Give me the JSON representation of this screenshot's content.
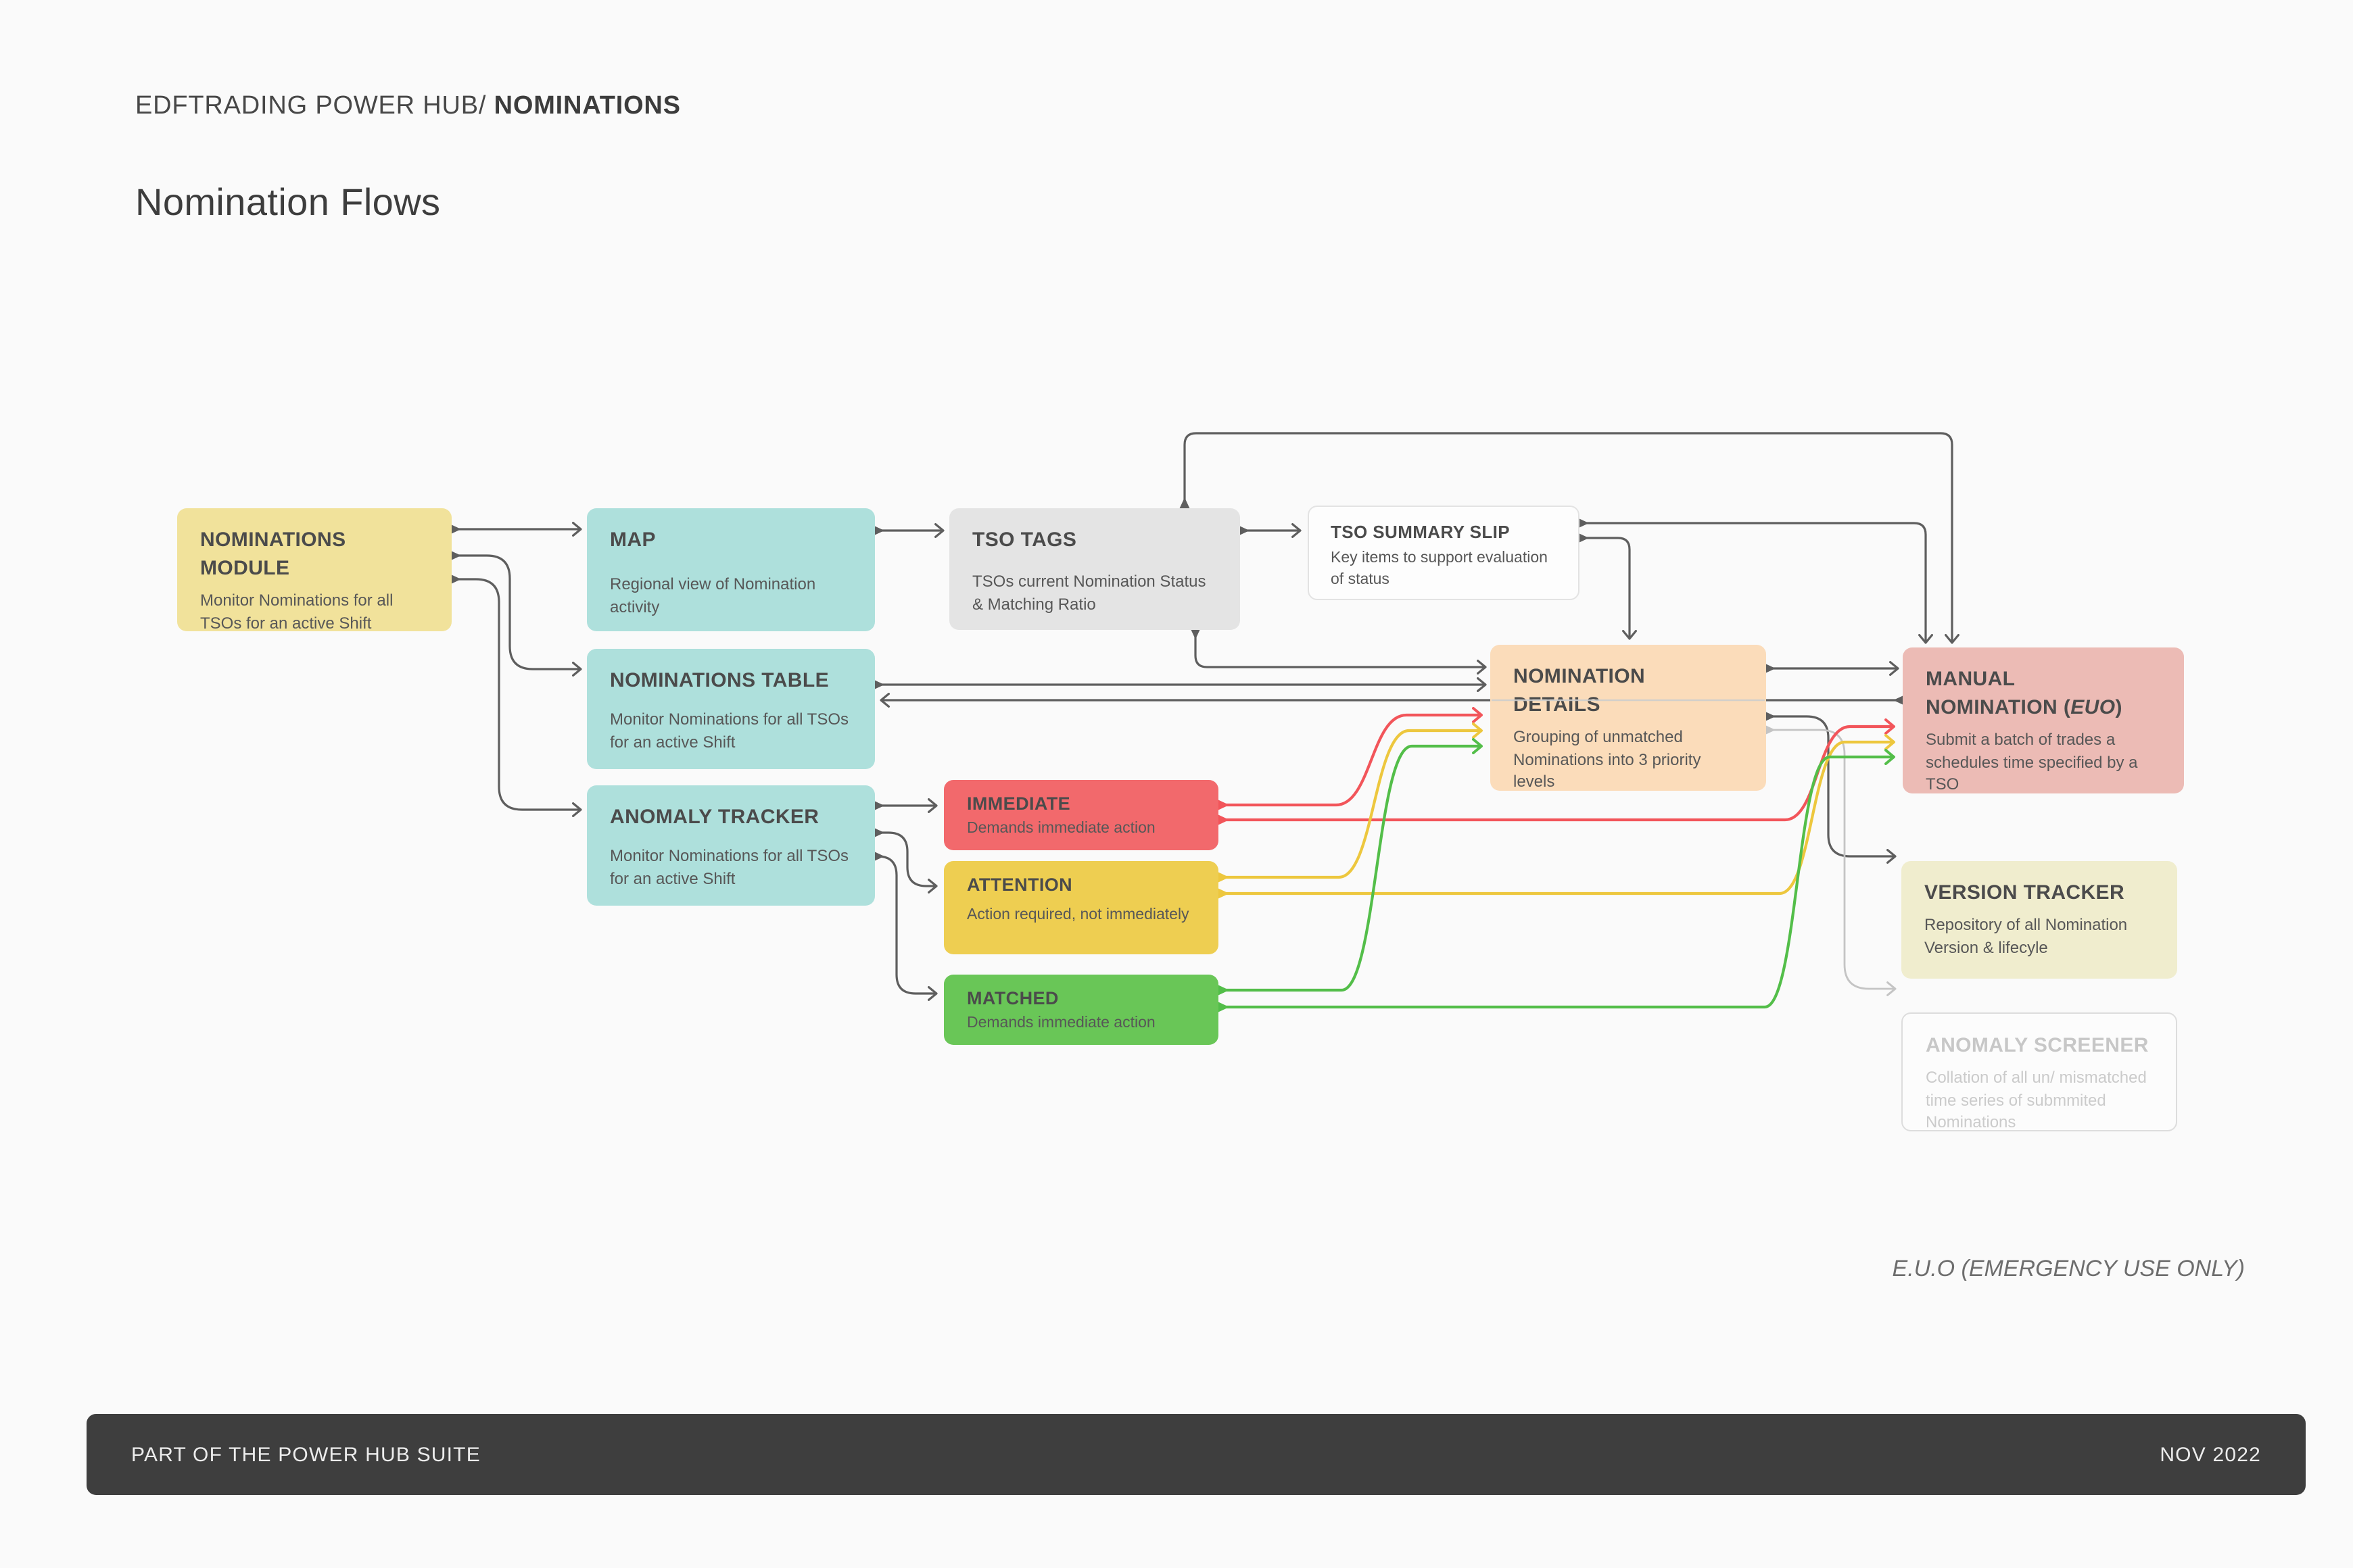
{
  "header": {
    "breadcrumb_prefix": "EDFTRADING POWER HUB/ ",
    "breadcrumb_section": "NOMINATIONS",
    "title": "Nomination Flows"
  },
  "nodes": {
    "module": {
      "title": "NOMINATIONS\nMODULE",
      "body": "Monitor Nominations for all TSOs for an active Shift"
    },
    "map": {
      "title": "MAP",
      "body": "Regional view of Nomination activity"
    },
    "table": {
      "title": "NOMINATIONS TABLE",
      "body": "Monitor Nominations for all TSOs for an active Shift"
    },
    "tracker": {
      "title": "ANOMALY TRACKER",
      "body": "Monitor Nominations for all TSOs for an active Shift"
    },
    "tso_tags": {
      "title": "TSO TAGS",
      "body": "TSOs current Nomination Status & Matching Ratio"
    },
    "summary_slip": {
      "title": "TSO SUMMARY SLIP",
      "body": "Key items to support evaluation of status"
    },
    "details": {
      "title": "NOMINATION\nDETAILS",
      "body": "Grouping of unmatched Nominations into 3 priority levels"
    },
    "manual": {
      "title_pre": "MANUAL\nNOMINATION (",
      "title_euo": "EUO",
      "title_suf": ")",
      "body": "Submit a batch of trades a schedules time specified by a TSO"
    },
    "immediate": {
      "title": "IMMEDIATE",
      "body": "Demands immediate action"
    },
    "attention": {
      "title": "ATTENTION",
      "body": "Action required, not immediately"
    },
    "matched": {
      "title": "MATCHED",
      "body": "Demands immediate action"
    },
    "version": {
      "title": "VERSION TRACKER",
      "body": "Repository of all Nomination Version & lifecyle"
    },
    "screener": {
      "title": "ANOMALY SCREENER",
      "body": "Collation of all un/ mismatched time series of submmited Nominations"
    }
  },
  "edges": [
    {
      "from": "NOMINATIONS MODULE",
      "to": "MAP",
      "color": "#5E5E5E"
    },
    {
      "from": "NOMINATIONS MODULE",
      "to": "NOMINATIONS TABLE",
      "color": "#5E5E5E"
    },
    {
      "from": "NOMINATIONS MODULE",
      "to": "ANOMALY TRACKER",
      "color": "#5E5E5E"
    },
    {
      "from": "MAP",
      "to": "TSO TAGS",
      "color": "#5E5E5E"
    },
    {
      "from": "TSO TAGS",
      "to": "TSO SUMMARY SLIP",
      "color": "#5E5E5E"
    },
    {
      "from": "TSO TAGS",
      "to": "MANUAL NOMINATION (EUO)",
      "color": "#5E5E5E"
    },
    {
      "from": "TSO TAGS",
      "to": "NOMINATION DETAILS",
      "color": "#5E5E5E"
    },
    {
      "from": "TSO SUMMARY SLIP",
      "to": "MANUAL NOMINATION (EUO)",
      "color": "#5E5E5E"
    },
    {
      "from": "TSO SUMMARY SLIP",
      "to": "NOMINATION DETAILS",
      "color": "#5E5E5E"
    },
    {
      "from": "NOMINATIONS TABLE",
      "to": "NOMINATION DETAILS",
      "color": "#5E5E5E"
    },
    {
      "from": "MANUAL NOMINATION (EUO)",
      "to": "NOMINATIONS TABLE",
      "color": "#5E5E5E"
    },
    {
      "from": "NOMINATION DETAILS",
      "to": "MANUAL NOMINATION (EUO)",
      "color": "#5E5E5E"
    },
    {
      "from": "NOMINATION DETAILS",
      "to": "VERSION TRACKER",
      "color": "#5E5E5E"
    },
    {
      "from": "NOMINATION DETAILS",
      "to": "ANOMALY SCREENER",
      "color": "#C4C4C4"
    },
    {
      "from": "ANOMALY TRACKER",
      "to": "IMMEDIATE",
      "color": "#5E5E5E"
    },
    {
      "from": "ANOMALY TRACKER",
      "to": "ATTENTION",
      "color": "#5E5E5E"
    },
    {
      "from": "ANOMALY TRACKER",
      "to": "MATCHED",
      "color": "#5E5E5E"
    },
    {
      "from": "IMMEDIATE",
      "to": "NOMINATION DETAILS",
      "color": "#F2555A"
    },
    {
      "from": "IMMEDIATE",
      "to": "MANUAL NOMINATION (EUO)",
      "color": "#F2555A"
    },
    {
      "from": "ATTENTION",
      "to": "NOMINATION DETAILS",
      "color": "#EDC73E"
    },
    {
      "from": "ATTENTION",
      "to": "MANUAL NOMINATION (EUO)",
      "color": "#EDC73E"
    },
    {
      "from": "MATCHED",
      "to": "NOMINATION DETAILS",
      "color": "#53BE49"
    },
    {
      "from": "MATCHED",
      "to": "MANUAL NOMINATION (EUO)",
      "color": "#53BE49"
    }
  ],
  "note": "E.U.O (EMERGENCY USE ONLY)",
  "footer": {
    "left": "PART OF THE POWER HUB SUITE",
    "right": "NOV 2022"
  },
  "colors": {
    "background": "#FAFAFA",
    "module": "#F1E29B",
    "teal": "#AEE0DC",
    "tags": "#E4E4E4",
    "details": "#FBDCBA",
    "manual": "#ECBBB5",
    "immediate": "#F2696C",
    "attention": "#EECE51",
    "matched": "#69C657",
    "version": "#F0EDCE",
    "footer": "#3E3E3E",
    "line": "#5E5E5E",
    "line_light": "#C4C4C4",
    "line_red": "#F2555A",
    "line_yellow": "#EDC73E",
    "line_green": "#53BE49"
  }
}
